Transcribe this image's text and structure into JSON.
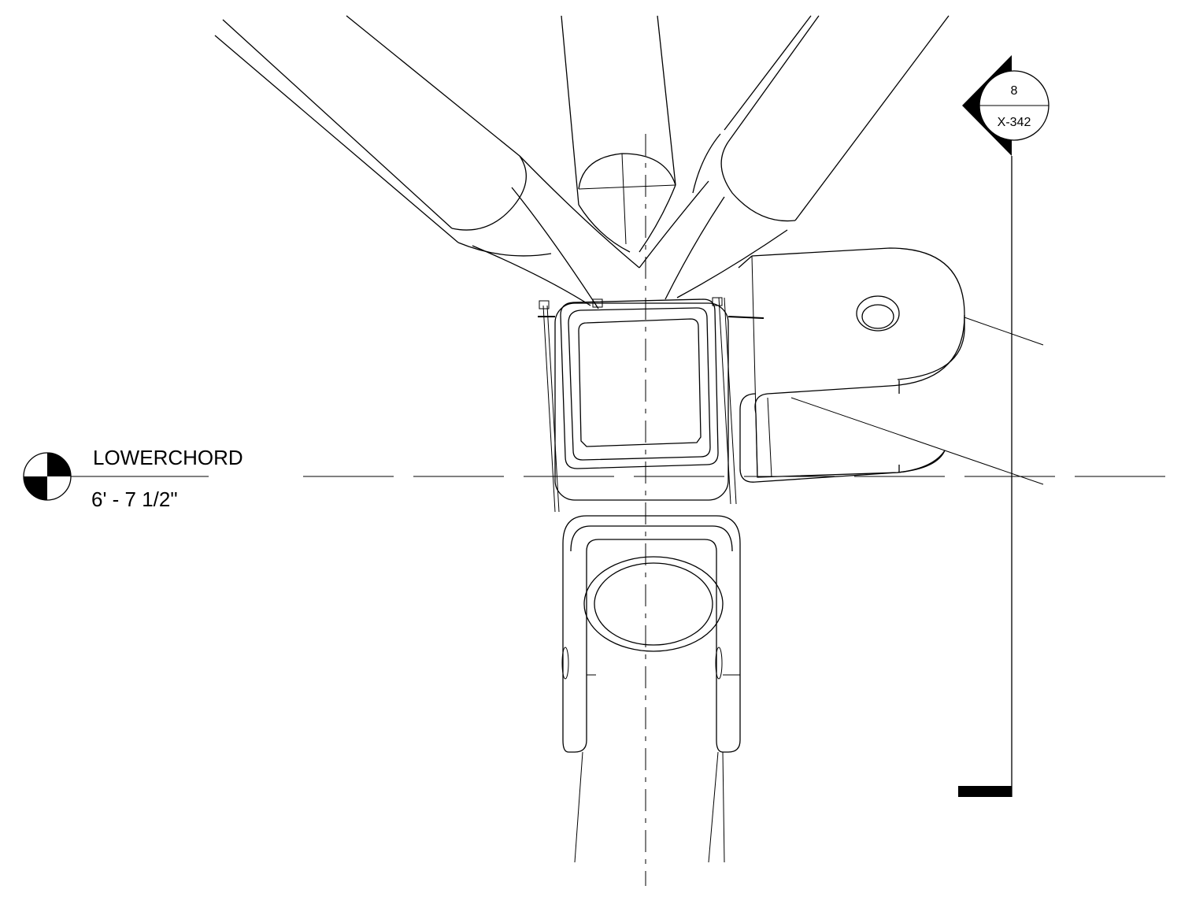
{
  "level_marker": {
    "name": "LOWERCHORD",
    "elevation": "6' - 7 1/2\""
  },
  "section_marker": {
    "number": "8",
    "sheet": "X-342"
  }
}
